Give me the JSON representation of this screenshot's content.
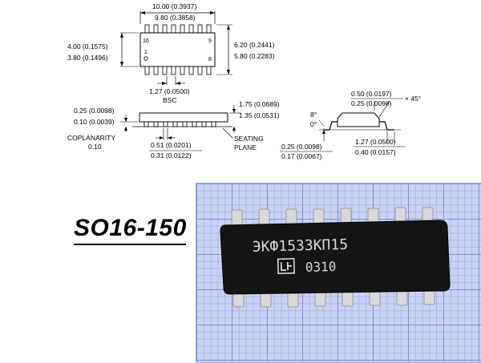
{
  "top_view": {
    "length_max": "10.00 (0.3937)",
    "length_min": "9.80 (0.3858)",
    "body_width_max": "4.00 (0.1575)",
    "body_width_min": "3.80 (0.1496)",
    "total_width_max": "6.20 (0.2441)",
    "total_width_min": "5.80 (0.2283)",
    "pin_16": "16",
    "pin_9": "9",
    "pin_1": "1",
    "pin_8": "8",
    "pitch": "1.27 (0.0500)",
    "pitch_note": "BSC"
  },
  "side_view": {
    "standoff_max": "0.25 (0.0098)",
    "standoff_min": "0.10 (0.0039)",
    "height_max": "1.75 (0.0689)",
    "height_min": "1.35 (0.0531)",
    "coplanarity_label": "COPLANARITY",
    "coplanarity_value": "0.10",
    "lead_width_max": "0.51 (0.0201)",
    "lead_width_min": "0.31 (0.0122)",
    "seating_plane_1": "SEATING",
    "seating_plane_2": "PLANE"
  },
  "end_view": {
    "chamfer_max": "0.50 (0.0197)",
    "chamfer_min": "0.25 (0.0098)",
    "chamfer_angle": "× 45°",
    "angle_max": "8°",
    "angle_min": "0°",
    "lead_thick_max": "0.25 (0.0098)",
    "lead_thick_min": "0.17 (0.0067)",
    "foot_max": "1.27 (0.0500)",
    "foot_min": "0.40 (0.0157)"
  },
  "package_name": "SO16-150",
  "chip_marking": {
    "line1": "ЭКФ1533КП15",
    "line2": "0310",
    "logo": "logo-mark"
  },
  "colors": {
    "grid_paper": "#c9d4f4",
    "chip_body": "#151515",
    "chip_pins": "#d9d9d9"
  }
}
